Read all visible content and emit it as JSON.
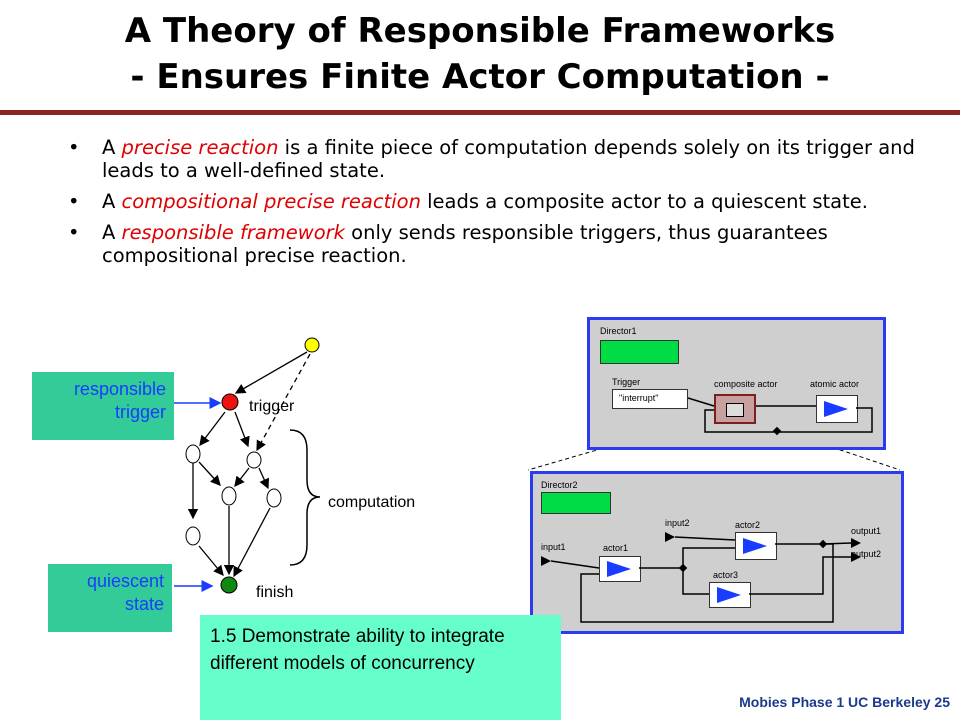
{
  "title": {
    "line1": "A Theory of Responsible Frameworks",
    "line2": "- Ensures Finite Actor Computation -"
  },
  "bullets": [
    {
      "pre": "A ",
      "highlight": "precise reaction",
      "post": " is a finite piece of computation depends solely on its trigger and leads to a well-defined state."
    },
    {
      "pre": "A ",
      "highlight": "compositional precise reaction",
      "post": " leads a composite actor to a quiescent state."
    },
    {
      "pre": "A ",
      "highlight": "responsible framework",
      "post": " only sends responsible triggers, thus guarantees compositional precise reaction."
    }
  ],
  "bullet_char": "•",
  "graph": {
    "callout_trigger": {
      "line1": "responsible",
      "line2": "trigger"
    },
    "callout_state": {
      "line1": "quiescent",
      "line2": "state"
    },
    "label_trigger": "trigger",
    "label_computation": "computation",
    "label_finish": "finish",
    "colors": {
      "start": "#ffff00",
      "trigger": "#ee1111",
      "finish": "#118811",
      "node": "#ffffff"
    }
  },
  "model1": {
    "director": "Director1",
    "trigger": "Trigger",
    "trigger_value": "\"interrupt\"",
    "composite": "composite actor",
    "atomic": "atomic actor"
  },
  "model2": {
    "director": "Director2",
    "input1": "input1",
    "input2": "input2",
    "actor1": "actor1",
    "actor2": "actor2",
    "actor3": "actor3",
    "output1": "output1",
    "output2": "output2"
  },
  "note": "1.5 Demonstrate ability to integrate different models of concurrency",
  "footer": "Mobies Phase 1 UC Berkeley  25"
}
